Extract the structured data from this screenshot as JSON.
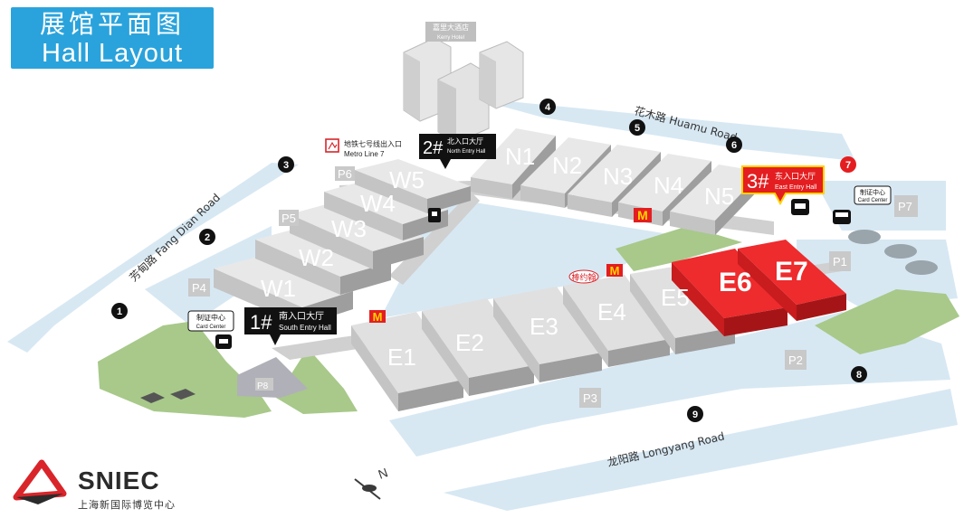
{
  "title": {
    "cn": "展馆平面图",
    "en": "Hall Layout"
  },
  "roads": {
    "huamu": "花木路  Huamu Road",
    "fangdian": "芳甸路  Fang Dian Road",
    "longyang": "龙阳路  Longyang Road"
  },
  "hotel": {
    "cn": "嘉里大酒店",
    "en": "Kerry Hotel"
  },
  "metro": {
    "cn": "地铁七号线出入口",
    "en": "Metro Line 7"
  },
  "entrances": [
    {
      "num": "1#",
      "cn": "南入口大厅",
      "en": "South Entry Hall"
    },
    {
      "num": "2#",
      "cn": "北入口大厅",
      "en": "North Entry Hall"
    },
    {
      "num": "3#",
      "cn": "东入口大厅",
      "en": "East Entry Hall"
    }
  ],
  "halls": [
    "W1",
    "W2",
    "W3",
    "W4",
    "W5",
    "N1",
    "N2",
    "N3",
    "N4",
    "N5",
    "E1",
    "E2",
    "E3",
    "E4",
    "E5",
    "E6",
    "E7"
  ],
  "highlighted_halls": [
    "E6",
    "E7"
  ],
  "parking": [
    "P1",
    "P2",
    "P3",
    "P4",
    "P5",
    "P6",
    "P7",
    "P8"
  ],
  "gates": [
    "1",
    "2",
    "3",
    "4",
    "5",
    "6",
    "7",
    "8",
    "9"
  ],
  "card_center": {
    "cn": "制证中心",
    "en": "Card Center"
  },
  "restaurant": "棒约翰",
  "compass": "N",
  "logo": {
    "name": "SNIEC",
    "sub": "上海新国际博览中心"
  },
  "colors": {
    "title_bg": "#2aa3dc",
    "water": "#d7e8f3",
    "hall": "#d9d9d9",
    "highlight": "#e41e20",
    "green": "#a8c98a",
    "entry_bg": "#111111",
    "logo_red": "#d9252a"
  }
}
